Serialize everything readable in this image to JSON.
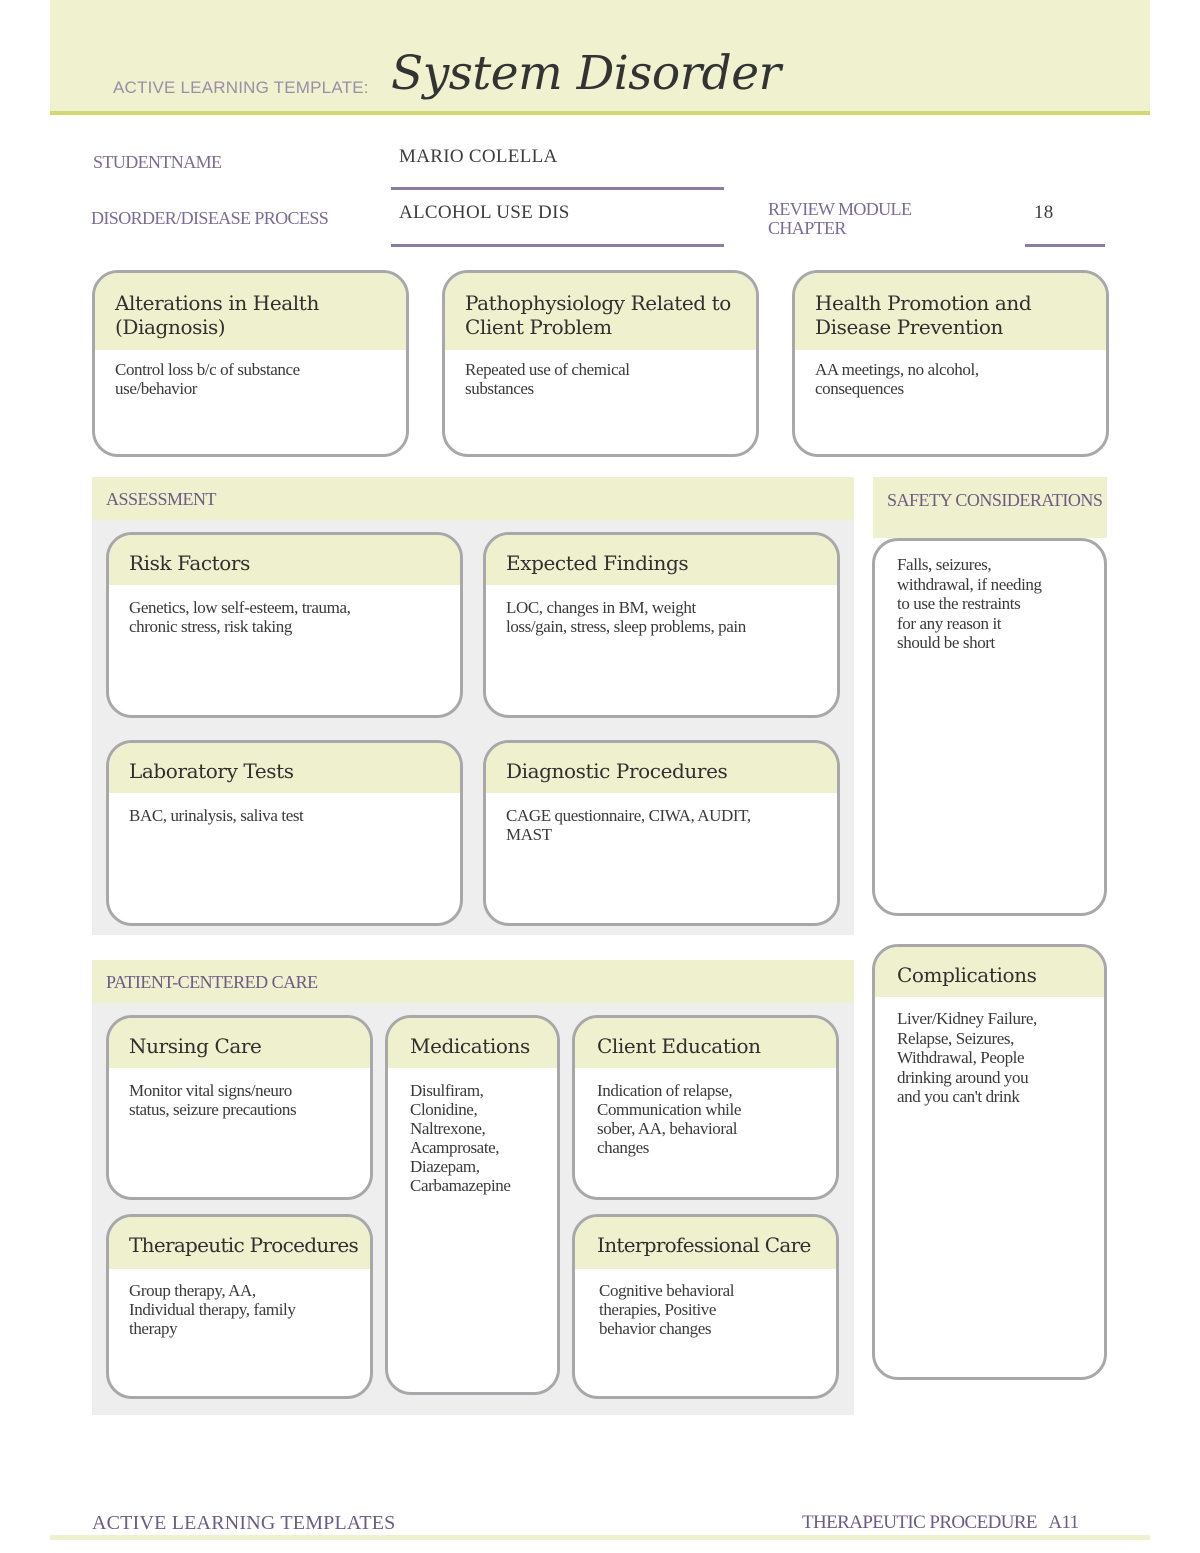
{
  "header": {
    "label": "ACTIVE LEARNING TEMPLATE:",
    "title": "System Disorder"
  },
  "fields": {
    "student_name_label": "STUDENTNAME",
    "student_name_value": "MARIO COLELLA",
    "disorder_label": "DISORDER/DISEASE PROCESS",
    "disorder_value": "ALCOHOL USE DIS",
    "review_module_label": "REVIEW MODULE CHAPTER",
    "review_module_value": "18"
  },
  "top_boxes": [
    {
      "title": "Alterations in Health (Diagnosis)",
      "content": "Control loss b/c of substance\nuse/behavior"
    },
    {
      "title": "Pathophysiology Related to Client Problem",
      "content": "Repeated use of chemical\nsubstances"
    },
    {
      "title": "Health Promotion and Disease Prevention",
      "content": "AA meetings, no alcohol,\nconsequences"
    }
  ],
  "assessment": {
    "heading": "ASSESSMENT",
    "boxes": [
      {
        "title": "Risk Factors",
        "content": "Genetics, low self-esteem, trauma,\nchronic stress, risk taking"
      },
      {
        "title": "Expected Findings",
        "content": "LOC, changes in BM, weight\nloss/gain, stress, sleep problems, pain"
      },
      {
        "title": "Laboratory Tests",
        "content": "BAC, urinalysis, saliva test"
      },
      {
        "title": "Diagnostic Procedures",
        "content": "CAGE questionnaire, CIWA, AUDIT,\nMAST"
      }
    ]
  },
  "safety": {
    "heading": "SAFETY CONSIDERATIONS",
    "content": "Falls, seizures,\nwithdrawal, if needing\nto use the restraints\nfor any reason it\nshould be short"
  },
  "complications": {
    "title": "Complications",
    "content": "Liver/Kidney Failure,\nRelapse, Seizures,\nWithdrawal, People\ndrinking around you\nand you can't drink"
  },
  "patient_centered_care": {
    "heading": "PATIENT-CENTERED CARE",
    "boxes": [
      {
        "title": "Nursing Care",
        "content": "Monitor vital signs/neuro\nstatus, seizure precautions"
      },
      {
        "title": "Medications",
        "content": "Disulfiram,\nClonidine,\nNaltrexone,\nAcamprosate,\nDiazepam,\nCarbamazepine"
      },
      {
        "title": "Client Education",
        "content": "Indication of relapse,\nCommunication while\nsober, AA, behavioral\nchanges"
      },
      {
        "title": "Therapeutic Procedures",
        "content": "Group therapy, AA,\nIndividual therapy, family\ntherapy"
      },
      {
        "title": "Interprofessional Care",
        "content": "Cognitive behavioral\ntherapies, Positive\nbehavior changes"
      }
    ]
  },
  "footer": {
    "left": "ACTIVE LEARNING TEMPLATES",
    "right": "THERAPEUTIC PROCEDURE   A11"
  },
  "colors": {
    "header_band": "#f0f1cf",
    "header_rule": "#d3d972",
    "label_purple": "#7b6b95",
    "box_border": "#a8a8ab",
    "section_bg": "#eeeeee"
  }
}
